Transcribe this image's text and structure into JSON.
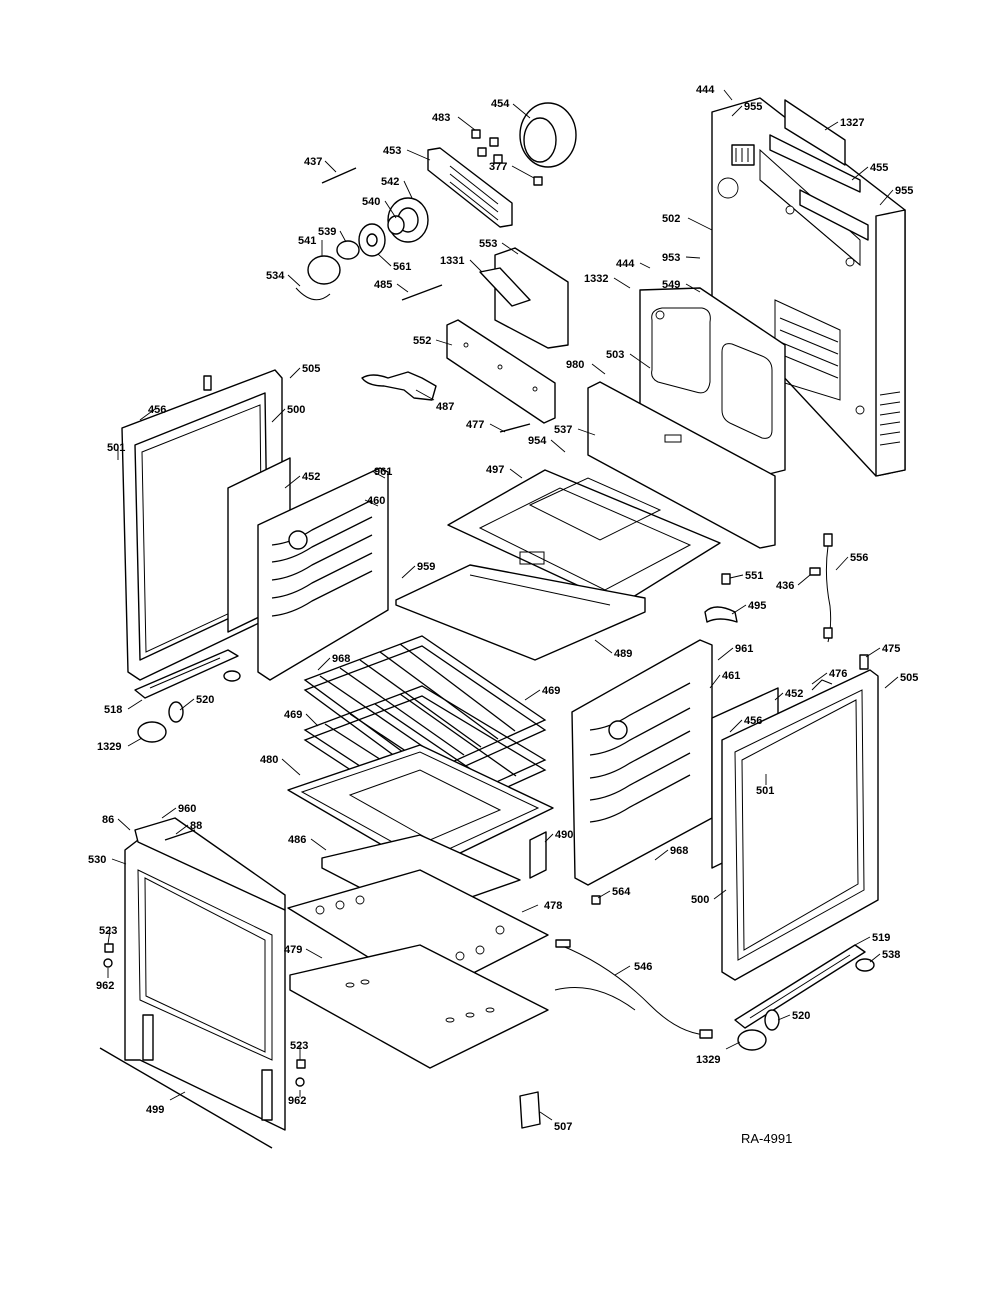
{
  "diagram_ref": "RA-4991",
  "callouts": [
    "444",
    "955",
    "1327",
    "455",
    "955",
    "502",
    "953",
    "444",
    "1332",
    "549",
    "980",
    "503",
    "537",
    "954",
    "454",
    "483",
    "453",
    "377",
    "437",
    "542",
    "540",
    "539",
    "541",
    "561",
    "534",
    "553",
    "1331",
    "485",
    "552",
    "487",
    "477",
    "505",
    "456",
    "500",
    "501",
    "452",
    "961",
    "460",
    "497",
    "959",
    "551",
    "556",
    "436",
    "495",
    "961",
    "461",
    "475",
    "476",
    "505",
    "452",
    "456",
    "968",
    "469",
    "469",
    "480",
    "489",
    "501",
    "518",
    "520",
    "1329",
    "960",
    "86",
    "88",
    "530",
    "486",
    "490",
    "968",
    "564",
    "500",
    "478",
    "523",
    "962",
    "479",
    "546",
    "519",
    "538",
    "523",
    "962",
    "520",
    "1329",
    "499",
    "507"
  ]
}
